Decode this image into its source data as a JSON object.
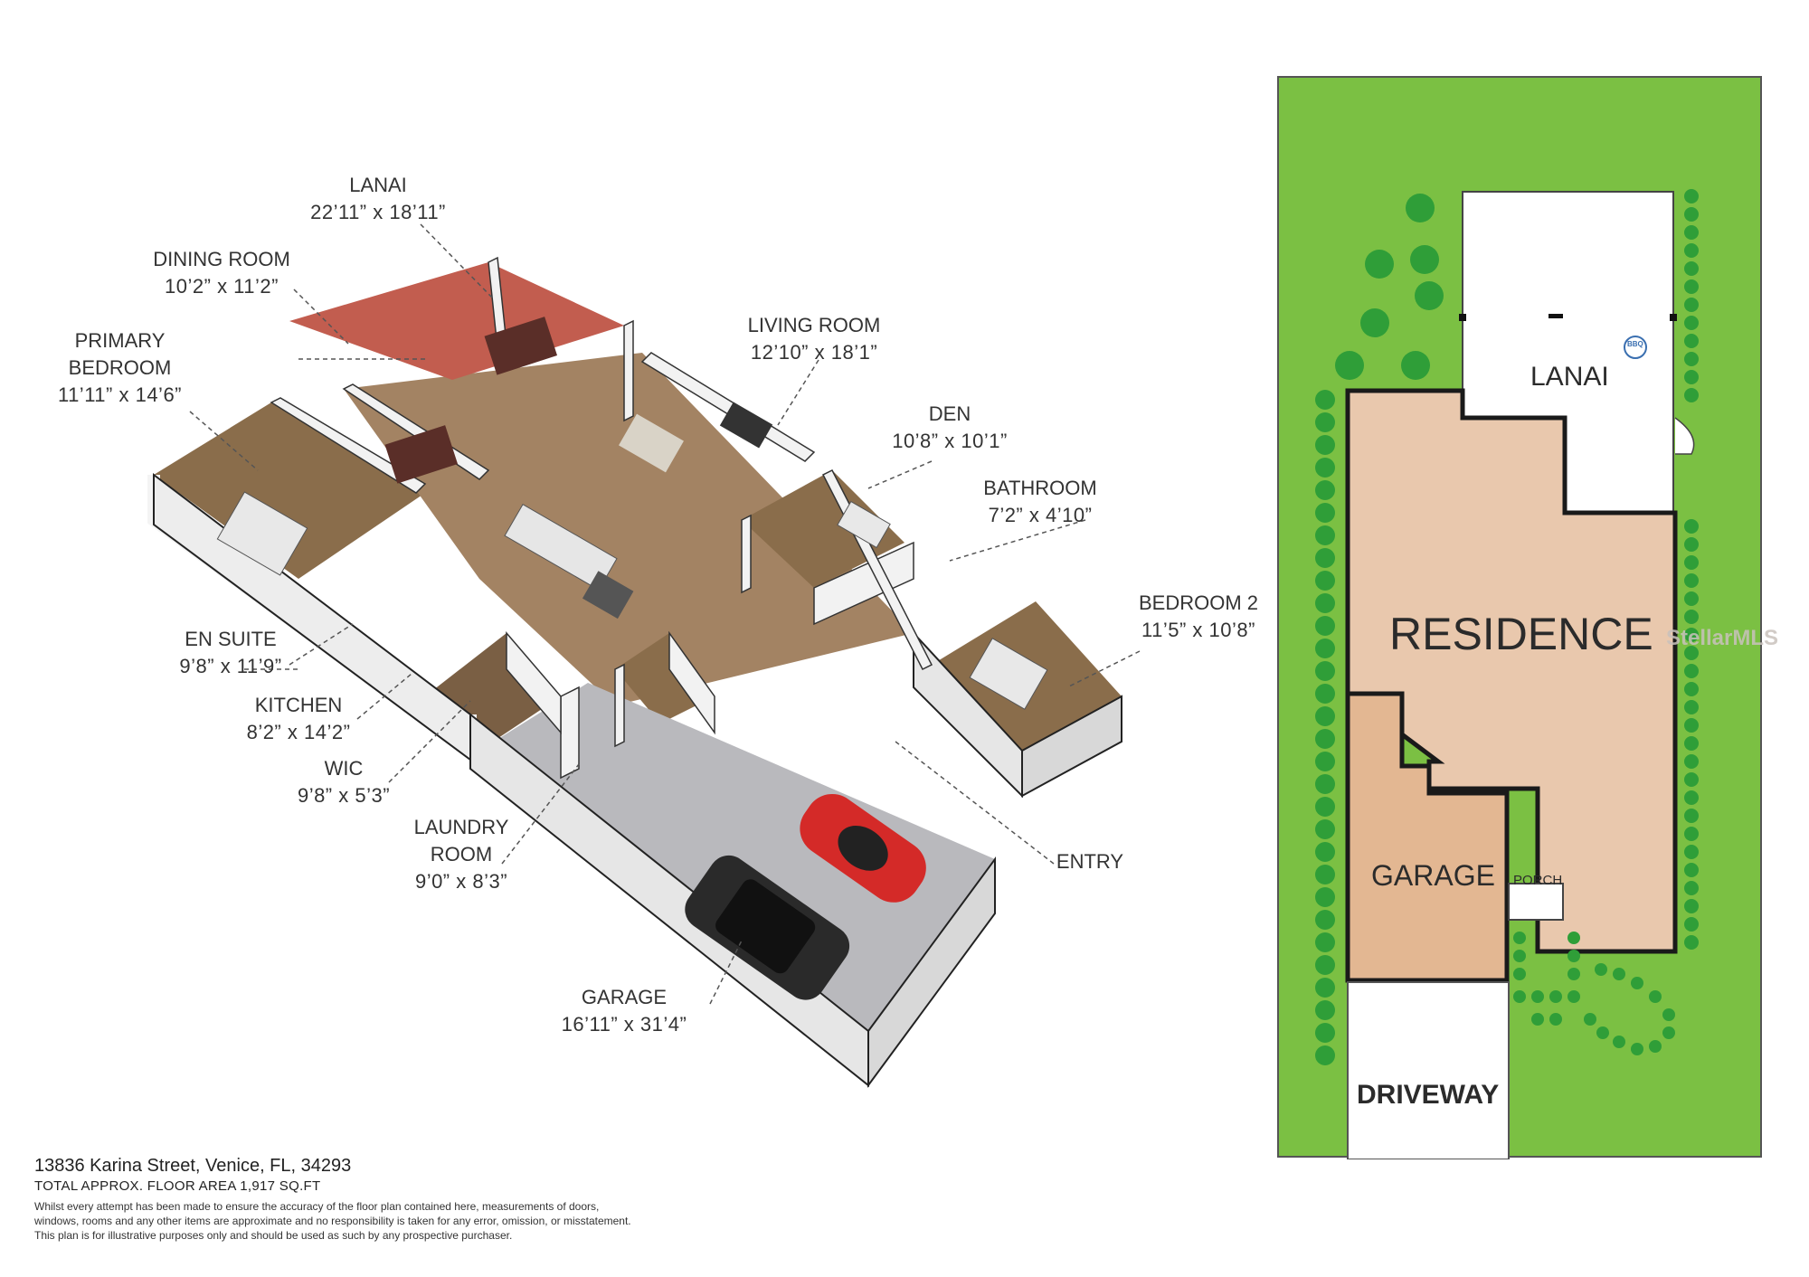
{
  "rooms": {
    "lanai": {
      "name": "LANAI",
      "dim": "22’11” x 18’11”"
    },
    "dining": {
      "name": "DINING ROOM",
      "dim": "10’2” x 11’2”"
    },
    "primary": {
      "name": "PRIMARY BEDROOM",
      "dim": "11’11” x 14’6”"
    },
    "living": {
      "name": "LIVING ROOM",
      "dim": "12’10” x 18’1”"
    },
    "den": {
      "name": "DEN",
      "dim": "10’8” x 10’1”"
    },
    "bathroom": {
      "name": "BATHROOM",
      "dim": "7’2” x 4’10”"
    },
    "bedroom2": {
      "name": "BEDROOM 2",
      "dim": "11’5” x 10’8”"
    },
    "ensuite": {
      "name": "EN SUITE",
      "dim": "9’8” x 11’9”"
    },
    "kitchen": {
      "name": "KITCHEN",
      "dim": "8’2” x 14’2”"
    },
    "wic": {
      "name": "WIC",
      "dim": "9’8” x 5’3”"
    },
    "laundry": {
      "name": "LAUNDRY ROOM",
      "dim": "9’0” x 8’3”"
    },
    "entry": {
      "name": "ENTRY"
    },
    "garage": {
      "name": "GARAGE",
      "dim": "16’11” x 31’4”"
    }
  },
  "primary_lines": [
    "PRIMARY",
    "BEDROOM"
  ],
  "laundry_lines": [
    "LAUNDRY",
    "ROOM"
  ],
  "footer": {
    "address": "13836 Karina Street, Venice, FL, 34293",
    "area": "TOTAL APPROX. FLOOR AREA 1,917 SQ.FT",
    "disclaimer_lines": [
      "Whilst every attempt has been made to ensure the accuracy of the floor plan contained here, measurements of doors,",
      "windows, rooms and any other items are approximate and no responsibility is taken for any error, omission, or misstatement.",
      "This plan is for illustrative purposes only and should be used as such by any prospective purchaser."
    ]
  },
  "site_plan": {
    "lanai": "LANAI",
    "bbq": "BBQ",
    "residence": "RESIDENCE",
    "garage": "GARAGE",
    "porch": "PORCH",
    "driveway": "DRIVEWAY"
  },
  "watermark": "StellarMLS",
  "colors": {
    "lawn": "#7bc043",
    "tree": "#2f9e38",
    "residence": "#e9c8ad",
    "floor_wood": "#8a6d4b",
    "floor_tile": "#a07c58",
    "lanai_brick": "#c25d4f",
    "garage_floor": "#b9b9bd"
  }
}
